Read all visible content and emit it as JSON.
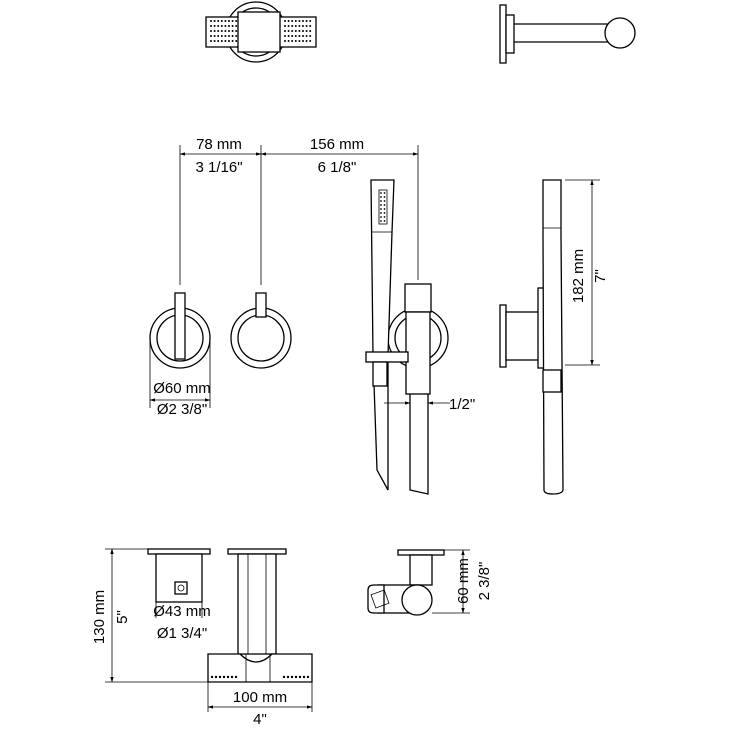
{
  "dimensions": {
    "spacing_mm": "78 mm",
    "spacing_in": "3 1/16\"",
    "offset_mm": "156 mm",
    "offset_in": "6 1/8\"",
    "diameter_mm": "Ø60 mm",
    "diameter_in": "Ø2 3/8\"",
    "thread": "1/2\"",
    "height_mm": "182 mm",
    "height_in": "7\"",
    "depth_mm": "130 mm",
    "depth_in": "5\"",
    "body_dia_mm": "Ø43 mm",
    "body_dia_in": "Ø1 3/4\"",
    "width_mm": "100 mm",
    "width_in": "4\"",
    "holder_mm": "60 mm",
    "holder_in": "2 3/8\""
  }
}
